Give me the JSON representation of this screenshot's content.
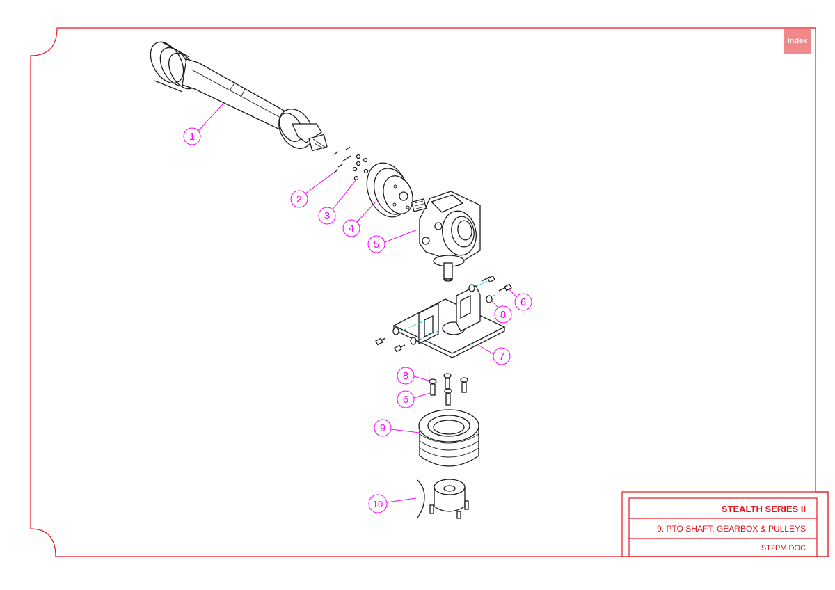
{
  "index_button": {
    "label": "Index"
  },
  "title_block": {
    "title": "STEALTH SERIES II",
    "description": "9. PTO SHAFT, GEARBOX & PULLEYS",
    "document": "ST2PM.DOC"
  },
  "callouts": [
    "1",
    "2",
    "3",
    "4",
    "5",
    "6",
    "8",
    "7",
    "8",
    "6",
    "9",
    "10"
  ],
  "colors": {
    "border": "#e8141e",
    "callout": "#ff00ff",
    "index_bg": "#f08a8a",
    "linework": "#1a1a1a"
  }
}
